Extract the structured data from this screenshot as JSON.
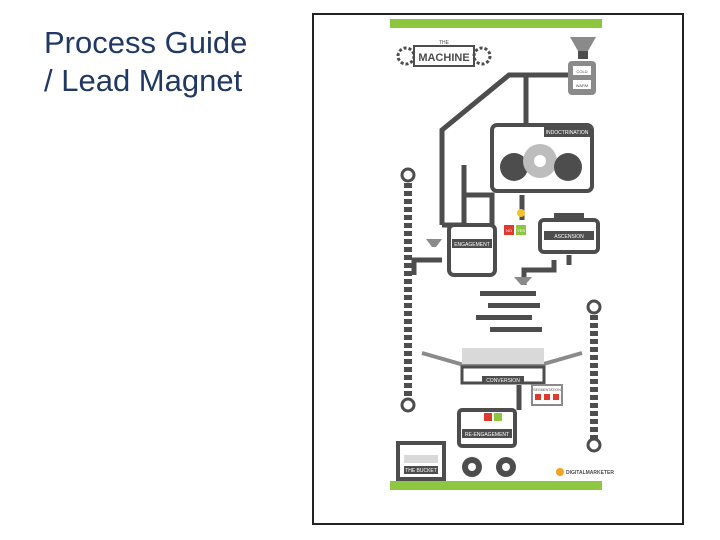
{
  "slide": {
    "title_line1": "Process Guide",
    "title_line2": "/ Lead Magnet"
  },
  "poster": {
    "header_small": "THE",
    "header_title": "MACHINE",
    "labels": {
      "indoctrination": "INDOCTRINATION",
      "engagement": "ENGAGEMENT",
      "ascension": "ASCENSION",
      "conversion": "CONVERSION",
      "segmentation": "SEGMENTATION",
      "re_engagement": "RE-ENGAGEMENT",
      "the_bucket": "THE BUCKET",
      "yes": "YES",
      "no": "NO",
      "brand": "DIGITALMARKETER",
      "step_one": "COLD",
      "step_two": "WARM"
    },
    "colors": {
      "accent_green": "#8dc63f",
      "dark_gray": "#4d4d4d",
      "mid_gray": "#8a8a8a",
      "light_gray": "#bdbdbd",
      "red": "#e03a2f",
      "title_blue": "#1f3864"
    }
  }
}
